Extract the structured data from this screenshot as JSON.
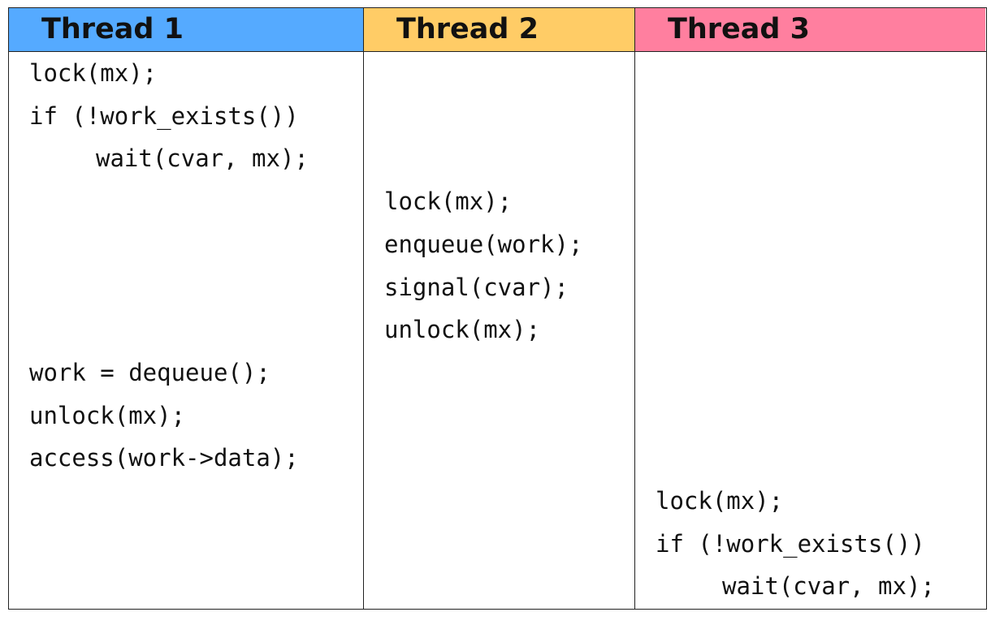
{
  "headers": {
    "thread1": {
      "label": "Thread 1",
      "color": "#55AAFF"
    },
    "thread2": {
      "label": "Thread 2",
      "color": "#FFCC66"
    },
    "thread3": {
      "label": "Thread 3",
      "color": "#FF7F9F"
    }
  },
  "thread1": {
    "lines": [
      "lock(mx);",
      "if (!work_exists())",
      "wait(cvar, mx);",
      "work = dequeue();",
      "unlock(mx);",
      "access(work->data);"
    ]
  },
  "thread2": {
    "lines": [
      "lock(mx);",
      "enqueue(work);",
      "signal(cvar);",
      "unlock(mx);"
    ]
  },
  "thread3": {
    "lines": [
      "lock(mx);",
      "if (!work_exists())",
      "wait(cvar, mx);"
    ]
  }
}
